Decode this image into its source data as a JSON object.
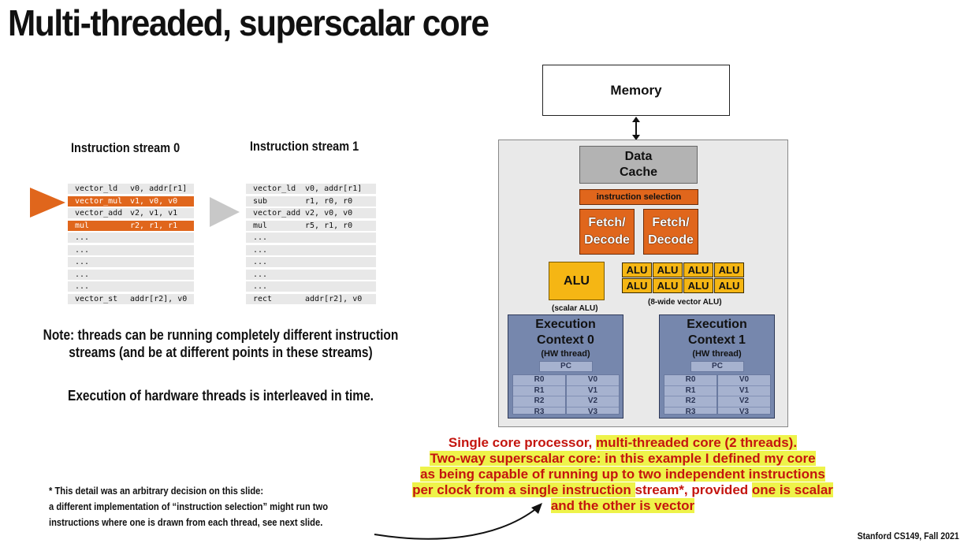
{
  "title": "Multi-threaded, superscalar core",
  "streams": {
    "s0_title": "Instruction stream 0",
    "s1_title": "Instruction stream 1",
    "s0": [
      {
        "op": "vector_ld",
        "args": "v0, addr[r1]",
        "hl": false
      },
      {
        "op": "vector_mul",
        "args": "v1, v0, v0",
        "hl": true
      },
      {
        "op": "vector_add",
        "args": "v2, v1, v1",
        "hl": false
      },
      {
        "op": "mul",
        "args": "r2, r1, r1",
        "hl": true
      },
      {
        "op": "...",
        "args": "",
        "hl": false
      },
      {
        "op": "...",
        "args": "",
        "hl": false
      },
      {
        "op": "...",
        "args": "",
        "hl": false
      },
      {
        "op": "...",
        "args": "",
        "hl": false
      },
      {
        "op": "...",
        "args": "",
        "hl": false
      },
      {
        "op": "vector_st",
        "args": "addr[r2], v0",
        "hl": false
      }
    ],
    "s1": [
      {
        "op": "vector_ld",
        "args": "v0, addr[r1]",
        "hl": false
      },
      {
        "op": "sub",
        "args": "r1, r0, r0",
        "hl": false
      },
      {
        "op": "vector_add",
        "args": "v2, v0, v0",
        "hl": false
      },
      {
        "op": "mul",
        "args": "r5, r1, r0",
        "hl": false
      },
      {
        "op": "...",
        "args": "",
        "hl": false
      },
      {
        "op": "...",
        "args": "",
        "hl": false
      },
      {
        "op": "...",
        "args": "",
        "hl": false
      },
      {
        "op": "...",
        "args": "",
        "hl": false
      },
      {
        "op": "...",
        "args": "",
        "hl": false
      },
      {
        "op": "rect",
        "args": "addr[r2], v0",
        "hl": false
      }
    ]
  },
  "notes": {
    "note1_line1": "Note: threads can be running completely different instruction",
    "note1_line2": "streams (and be at different points in these streams)",
    "note2": "Execution of hardware threads is interleaved in time."
  },
  "footnote": [
    "* This detail was an arbitrary decision on this slide:",
    "a different implementation of “instruction selection” might run two",
    "instructions  where one is drawn from each thread, see next slide."
  ],
  "diagram": {
    "memory": "Memory",
    "cache_line1": "Data",
    "cache_line2": "Cache",
    "instr_sel": "instruction selection",
    "fd_line1": "Fetch/",
    "fd_line2": "Decode",
    "alu": "ALU",
    "scalar_label": "(scalar ALU)",
    "vector_label": "(8-wide vector ALU)",
    "ctx_line1": "Execution",
    "ctx0_line2": "Context 0",
    "ctx1_line2": "Context 1",
    "hw": "(HW thread)",
    "pc": "PC",
    "regs_r": [
      "R0",
      "R1",
      "R2",
      "R3"
    ],
    "regs_v": [
      "V0",
      "V1",
      "V2",
      "V3"
    ]
  },
  "caption": {
    "l1a": "Single core processor, ",
    "l1b": "multi-threaded core (2 threads).",
    "l2": "Two-way superscalar core:  in this example I defined my core",
    "l3": "as being capable of running up to two independent instructions",
    "l4a": "per clock from a single instruction ",
    "l4b": "stream*",
    "l4c": ", provided ",
    "l4d": "one is scalar",
    "l5": "and the other is vector"
  },
  "credit": "Stanford CS149, Fall 2021",
  "colors": {
    "orange": "#e0661c",
    "alu": "#f5b614",
    "context": "#7687ad",
    "caption_red": "#c4150f",
    "highlight": "#eef34a"
  }
}
